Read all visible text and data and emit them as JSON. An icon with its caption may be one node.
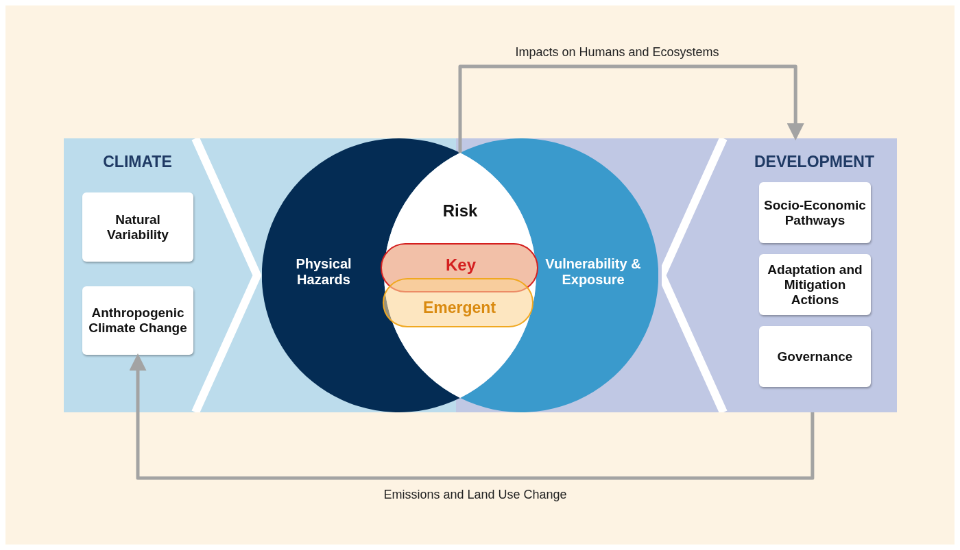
{
  "diagram": {
    "nodes": [
      {
        "text": [
          "CLIMATE"
        ]
      },
      {
        "text": [
          "Natural Variability"
        ],
        "in": 0
      },
      {
        "text": [
          "Anthropogenic Climate Change"
        ],
        "in": 0
      },
      {
        "text": [
          "Physical Hazards"
        ]
      },
      {
        "text": [
          "Vulnerability & Exposure"
        ]
      },
      {
        "text": [
          "Risk"
        ]
      },
      {
        "text": [
          "Key"
        ],
        "in": 5
      },
      {
        "text": [
          "Emergent"
        ],
        "in": 5
      },
      {
        "text": [
          "DEVELOPMENT"
        ]
      },
      {
        "text": [
          "Socio-Economic Pathways"
        ],
        "in": 8
      },
      {
        "text": [
          "Adaptation and Mitigation Actions"
        ],
        "in": 8
      },
      {
        "text": [
          "Governance"
        ],
        "in": 8
      }
    ],
    "edges": [
      {
        "from": 5,
        "to": 8,
        "arrow": "to",
        "label": "Impacts on Humans and Ecosystems"
      },
      {
        "from": 8,
        "to": 2,
        "arrow": "to",
        "label": "Emissions and Land Use Change"
      }
    ]
  }
}
